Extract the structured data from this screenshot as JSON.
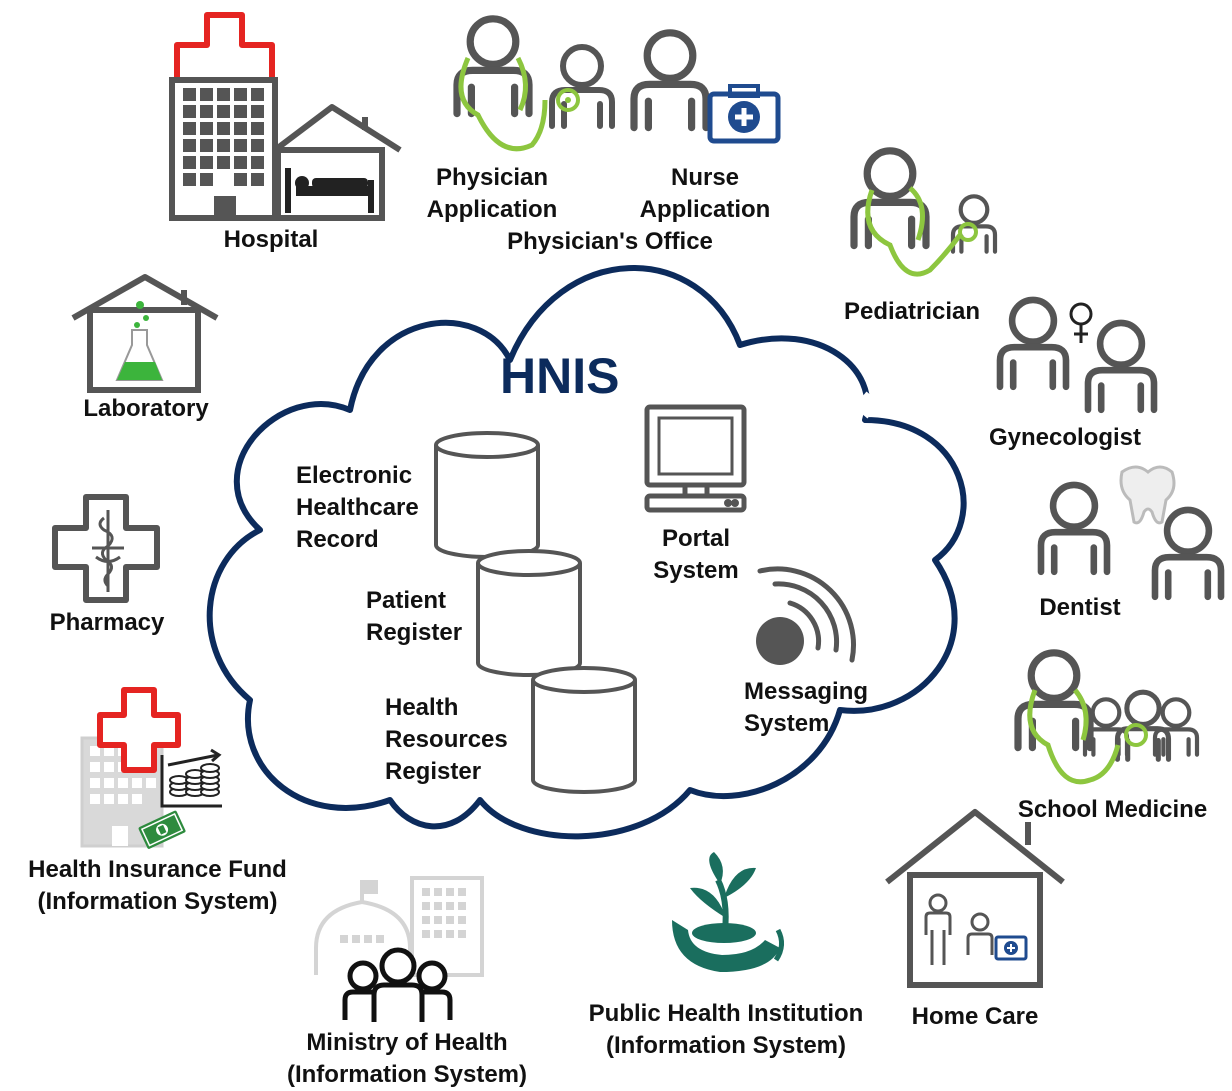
{
  "title": "HNIS",
  "colors": {
    "cloud_outline": "#0c2b5c",
    "title": "#0c2b5c",
    "icon_stroke": "#555555",
    "stethoscope": "#8dc63f",
    "red_cross": "#e52421",
    "kit_blue": "#1f4b8f",
    "flask_green": "#3cb43c",
    "plant_teal": "#1a6e5e",
    "money_green": "#2e8b3e",
    "light_grey": "#d4d4d4"
  },
  "cloud_items": {
    "ehr": {
      "line1": "Electronic",
      "line2": "Healthcare",
      "line3": "Record",
      "icon": "database-icon"
    },
    "patient": {
      "line1": "Patient",
      "line2": "Register",
      "icon": "database-icon"
    },
    "resources": {
      "line1": "Health",
      "line2": "Resources",
      "line3": "Register",
      "icon": "database-icon"
    },
    "portal": {
      "line1": "Portal",
      "line2": "System",
      "icon": "computer-icon"
    },
    "messaging": {
      "line1": "Messaging",
      "line2": "System",
      "icon": "signal-icon"
    }
  },
  "actors": {
    "hospital": {
      "label": "Hospital",
      "icon": "hospital-icon"
    },
    "physician": {
      "line1": "Physician",
      "line2": "Application",
      "icon": "physician-icon"
    },
    "nurse": {
      "line1": "Nurse",
      "line2": "Application",
      "icon": "nurse-icon"
    },
    "office": {
      "label": "Physician's Office"
    },
    "pediatrician": {
      "label": "Pediatrician",
      "icon": "pediatrician-icon"
    },
    "gynecologist": {
      "label": "Gynecologist",
      "icon": "gynecologist-icon"
    },
    "dentist": {
      "label": "Dentist",
      "icon": "dentist-icon"
    },
    "school": {
      "label": "School Medicine",
      "icon": "school-medicine-icon"
    },
    "homecare": {
      "label": "Home Care",
      "icon": "home-care-icon"
    },
    "public_health": {
      "line1": "Public Health Institution",
      "line2": "(Information System)",
      "icon": "plant-hand-icon"
    },
    "ministry": {
      "line1": "Ministry of Health",
      "line2": "(Information System)",
      "icon": "ministry-icon"
    },
    "insurance": {
      "line1": "Health Insurance Fund",
      "line2": "(Information System)",
      "icon": "insurance-icon"
    },
    "pharmacy": {
      "label": "Pharmacy",
      "icon": "pharmacy-icon"
    },
    "laboratory": {
      "label": "Laboratory",
      "icon": "laboratory-icon"
    }
  }
}
